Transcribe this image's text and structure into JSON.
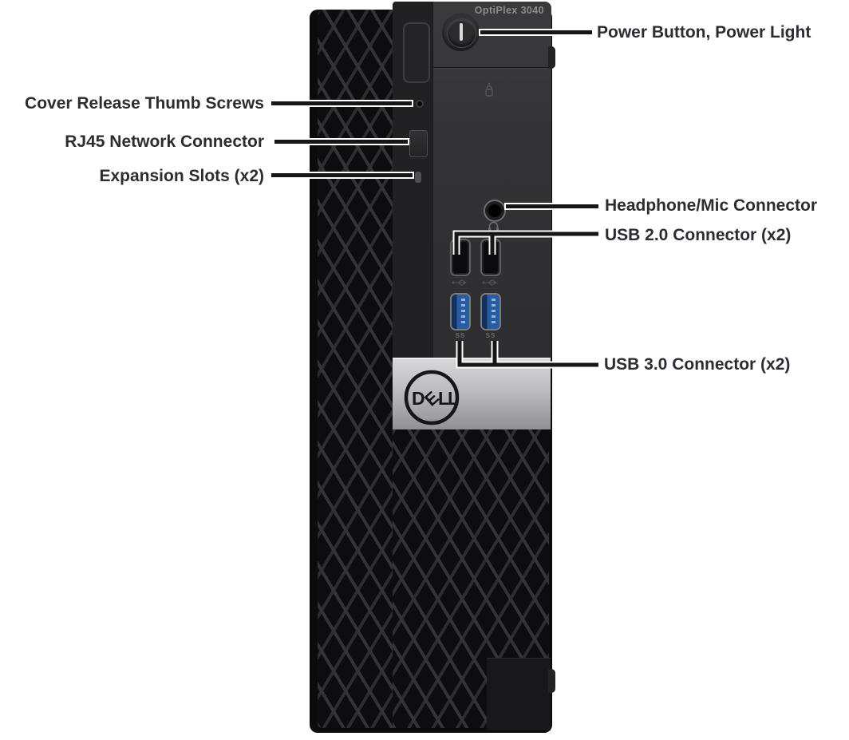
{
  "device": {
    "model_label": "OptiPlex 3040",
    "brand_letters": [
      "D",
      "E",
      "L",
      "L"
    ],
    "usb3_port_mark": "SS"
  },
  "callouts": {
    "power": "Power Button, Power Light",
    "cover_release": "Cover Release Thumb Screws",
    "rj45": "RJ45 Network Connector",
    "expansion": "Expansion Slots (x2)",
    "headphone": "Headphone/Mic Connector",
    "usb2": "USB 2.0 Connector (x2)",
    "usb3": "USB 3.0 Connector (x2)"
  },
  "icons": {
    "power_button": "power-button",
    "hdd_activity": "hdd-activity-light-icon",
    "headphone": "headphone-icon",
    "usb2": "usb-icon",
    "usb3": "usb-ss-icon"
  },
  "colors": {
    "usb3_blue": "#2a5ca3",
    "chassis_dark": "#2e2e30",
    "mesh_dark": "#0d0d0f",
    "silver_panel": "#bcbcbe",
    "label_text": "#2c2c33",
    "callout_line": "#161616"
  }
}
